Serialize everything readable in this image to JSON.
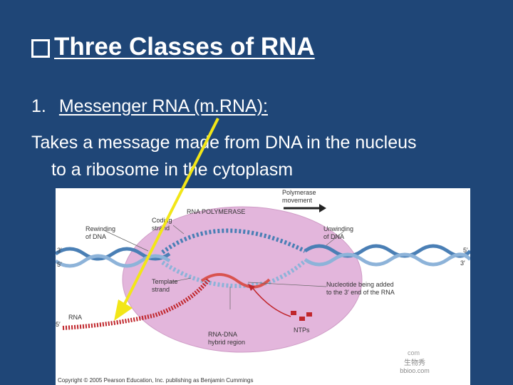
{
  "slide": {
    "title": "Three Classes of RNA",
    "item_number": "1.",
    "item_term": "Messenger RNA (m.RNA):",
    "description_line1": "Takes a message made from DNA in the nucleus",
    "description_line2": "to a ribosome in the cytoplasm"
  },
  "figure": {
    "labels": {
      "rna_polymerase": "RNA POLYMERASE",
      "polymerase_movement_1": "Polymerase",
      "polymerase_movement_2": "movement",
      "rewinding_1": "Rewinding",
      "rewinding_2": "of DNA",
      "coding_1": "Coding",
      "coding_2": "strand",
      "unwinding_1": "Unwinding",
      "unwinding_2": "of DNA",
      "template_1": "Template",
      "template_2": "strand",
      "nucleotide_1": "Nucleotide being added",
      "nucleotide_2": "to the 3′ end of the RNA",
      "rna": "RNA",
      "ntps": "NTPs",
      "hybrid_1": "RNA-DNA",
      "hybrid_2": "hybrid region",
      "left_3prime": "3′",
      "left_5prime": "5′",
      "right_5prime": "5′",
      "right_3prime": "3′",
      "rna_5prime": "5′"
    },
    "copyright": "Copyright © 2005 Pearson Education, Inc. publishing as Benjamin Cummings",
    "watermark_top": "com",
    "watermark_zh": "生物秀",
    "watermark_url": "bbioo.com"
  },
  "colors": {
    "background": "#1f4677",
    "polymerase": "#e3b6dc",
    "dna": "#4a7fb5",
    "rna": "#c0262c",
    "arrow": "#f2e618"
  }
}
